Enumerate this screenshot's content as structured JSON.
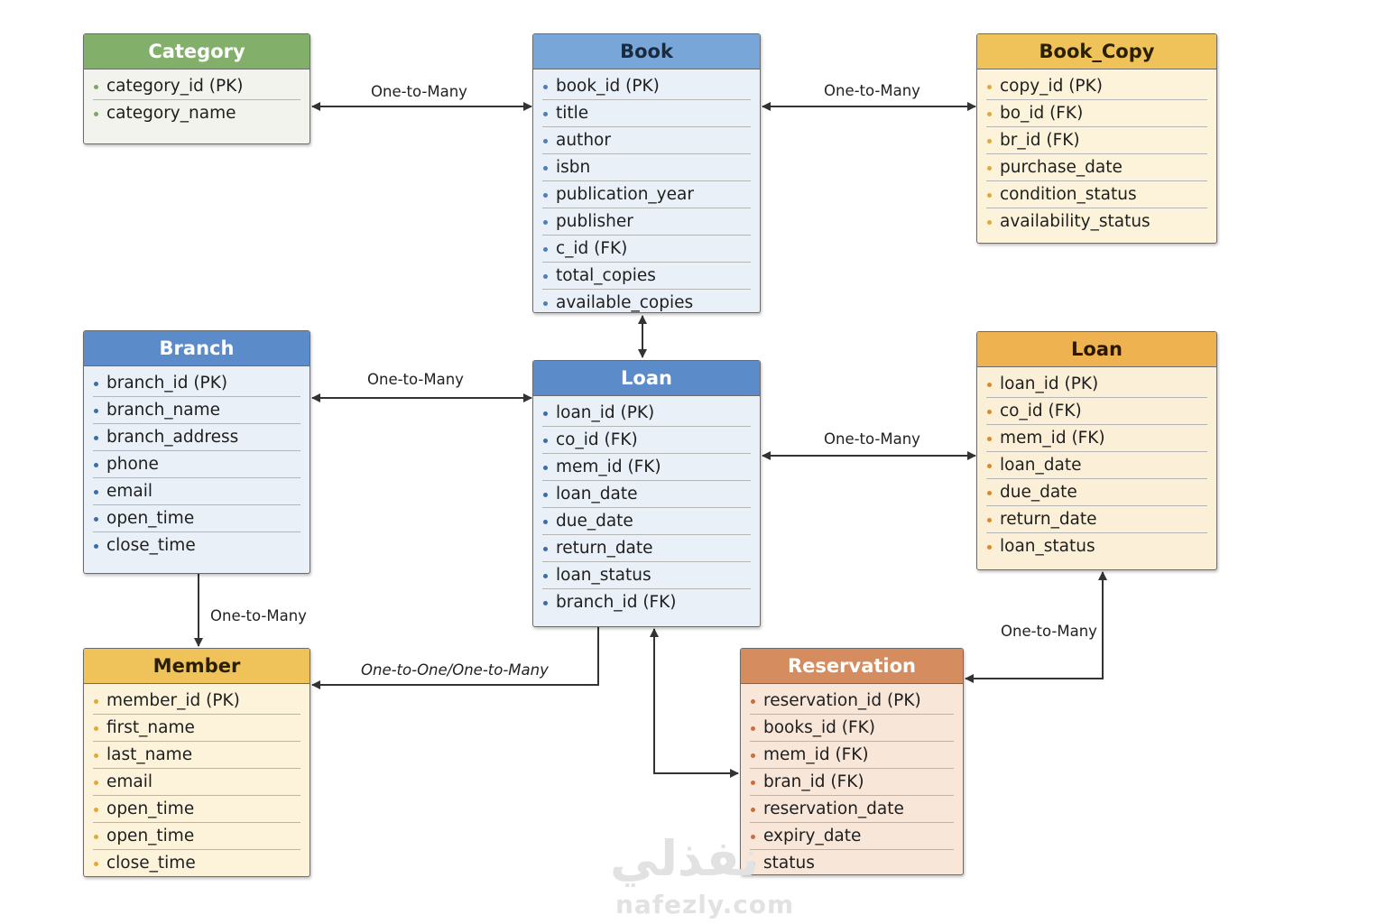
{
  "entities": {
    "category": {
      "title": "Category",
      "attributes": [
        "category_id (PK)",
        "category_name"
      ]
    },
    "book": {
      "title": "Book",
      "attributes": [
        "book_id (PK)",
        "title",
        "author",
        "isbn",
        "publication_year",
        "publisher",
        "c_id (FK)",
        "total_copies",
        "available_copies"
      ]
    },
    "book_copy": {
      "title": "Book_Copy",
      "attributes": [
        "copy_id (PK)",
        "bo_id (FK)",
        "br_id (FK)",
        "purchase_date",
        "condition_status",
        "availability_status"
      ]
    },
    "branch": {
      "title": "Branch",
      "attributes": [
        "branch_id (PK)",
        "branch_name",
        "branch_address",
        "phone",
        "email",
        "open_time",
        "close_time"
      ]
    },
    "loan_center": {
      "title": "Loan",
      "attributes": [
        "loan_id (PK)",
        "co_id (FK)",
        "mem_id (FK)",
        "loan_date",
        "due_date",
        "return_date",
        "loan_status",
        "branch_id (FK)"
      ]
    },
    "loan_right": {
      "title": "Loan",
      "attributes": [
        "loan_id (PK)",
        "co_id (FK)",
        "mem_id (FK)",
        "loan_date",
        "due_date",
        "return_date",
        "loan_status"
      ]
    },
    "member": {
      "title": "Member",
      "attributes": [
        "member_id (PK)",
        "first_name",
        "last_name",
        "email",
        "open_time",
        "open_time",
        "close_time"
      ]
    },
    "reservation": {
      "title": "Reservation",
      "attributes": [
        "reservation_id (PK)",
        "books_id (FK)",
        "mem_id (FK)",
        "bran_id (FK)",
        "reservation_date",
        "expiry_date",
        "status"
      ]
    }
  },
  "relationships": {
    "category_book": "One-to-Many",
    "book_copy": "One-to-Many",
    "branch_loan": "One-to-Many",
    "loan_loan": "One-to-Many",
    "branch_member": "One-to-Many",
    "loan_member": "One-to-One/One-to-Many",
    "loan_reservation": "One-to-Many"
  },
  "watermark": {
    "arabic": "نفذلي",
    "latin": "nafezly.com"
  },
  "colors": {
    "green_header": "#82b06a",
    "blue_header": "#79a6d9",
    "blue_dark_header": "#5b8bc9",
    "yellow_header": "#f0c35a",
    "orange_header": "#efb251",
    "salmon_header": "#d58d5f",
    "line": "#333333"
  }
}
